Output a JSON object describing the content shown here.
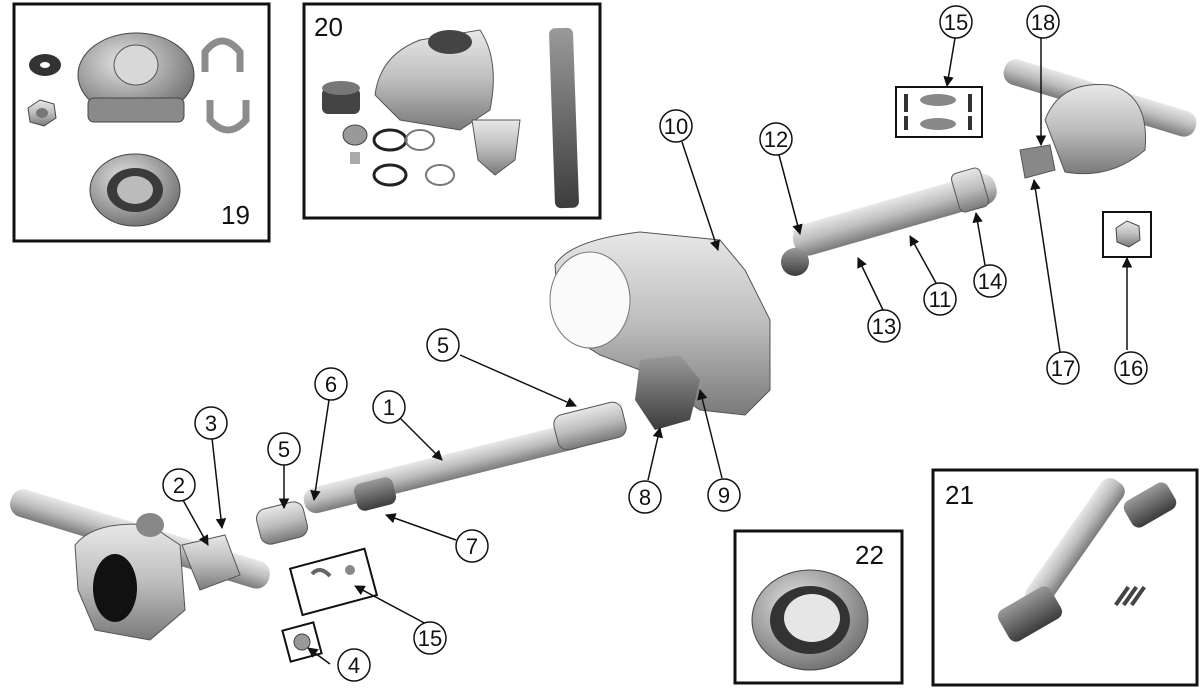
{
  "diagram": {
    "boxes": [
      {
        "id": "19",
        "label": "19"
      },
      {
        "id": "20",
        "label": "20"
      },
      {
        "id": "21",
        "label": "21"
      },
      {
        "id": "22",
        "label": "22"
      }
    ],
    "callouts": [
      {
        "id": "c1",
        "label": "1"
      },
      {
        "id": "c2",
        "label": "2"
      },
      {
        "id": "c3",
        "label": "3"
      },
      {
        "id": "c4",
        "label": "4"
      },
      {
        "id": "c5a",
        "label": "5"
      },
      {
        "id": "c5b",
        "label": "5"
      },
      {
        "id": "c6",
        "label": "6"
      },
      {
        "id": "c7",
        "label": "7"
      },
      {
        "id": "c8",
        "label": "8"
      },
      {
        "id": "c9",
        "label": "9"
      },
      {
        "id": "c10",
        "label": "10"
      },
      {
        "id": "c11",
        "label": "11"
      },
      {
        "id": "c12",
        "label": "12"
      },
      {
        "id": "c13",
        "label": "13"
      },
      {
        "id": "c14",
        "label": "14"
      },
      {
        "id": "c15a",
        "label": "15"
      },
      {
        "id": "c15b",
        "label": "15"
      },
      {
        "id": "c16",
        "label": "16"
      },
      {
        "id": "c17",
        "label": "17"
      },
      {
        "id": "c18",
        "label": "18"
      }
    ]
  }
}
